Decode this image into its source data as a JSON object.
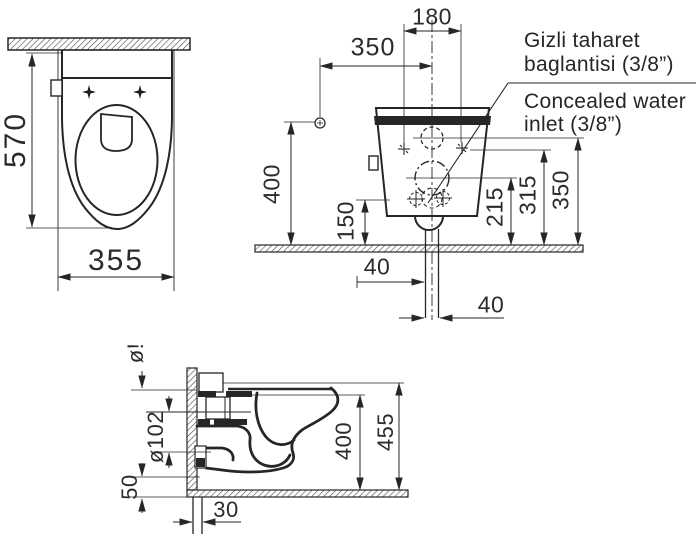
{
  "colors": {
    "line": "#262626",
    "background": "#ffffff"
  },
  "views": {
    "plan": {
      "dims": {
        "depth": "570",
        "width": "355"
      }
    },
    "front": {
      "dims": {
        "fixing_hole_spacing": "180",
        "inlet_offset": "350",
        "inlet_height": "400",
        "lower_holes_height": "150",
        "offset_left": "40",
        "outlet_width": "40",
        "soil_center_height": "215",
        "fixing_height": "315",
        "inlet_circle_height": "350"
      },
      "notes": {
        "turkish_line1": "Gizli taharet",
        "turkish_line2": "baglantisi (3/8”)",
        "english_line1": "Concealed water",
        "english_line2": "inlet (3/8”)"
      }
    },
    "side": {
      "dims": {
        "flush_pipe_dia": "ø!",
        "outlet_pipe_dia": "ø102",
        "outlet_bottom_height": "50",
        "wall_clearance": "30",
        "rim_height": "400",
        "total_height": "455"
      }
    }
  }
}
